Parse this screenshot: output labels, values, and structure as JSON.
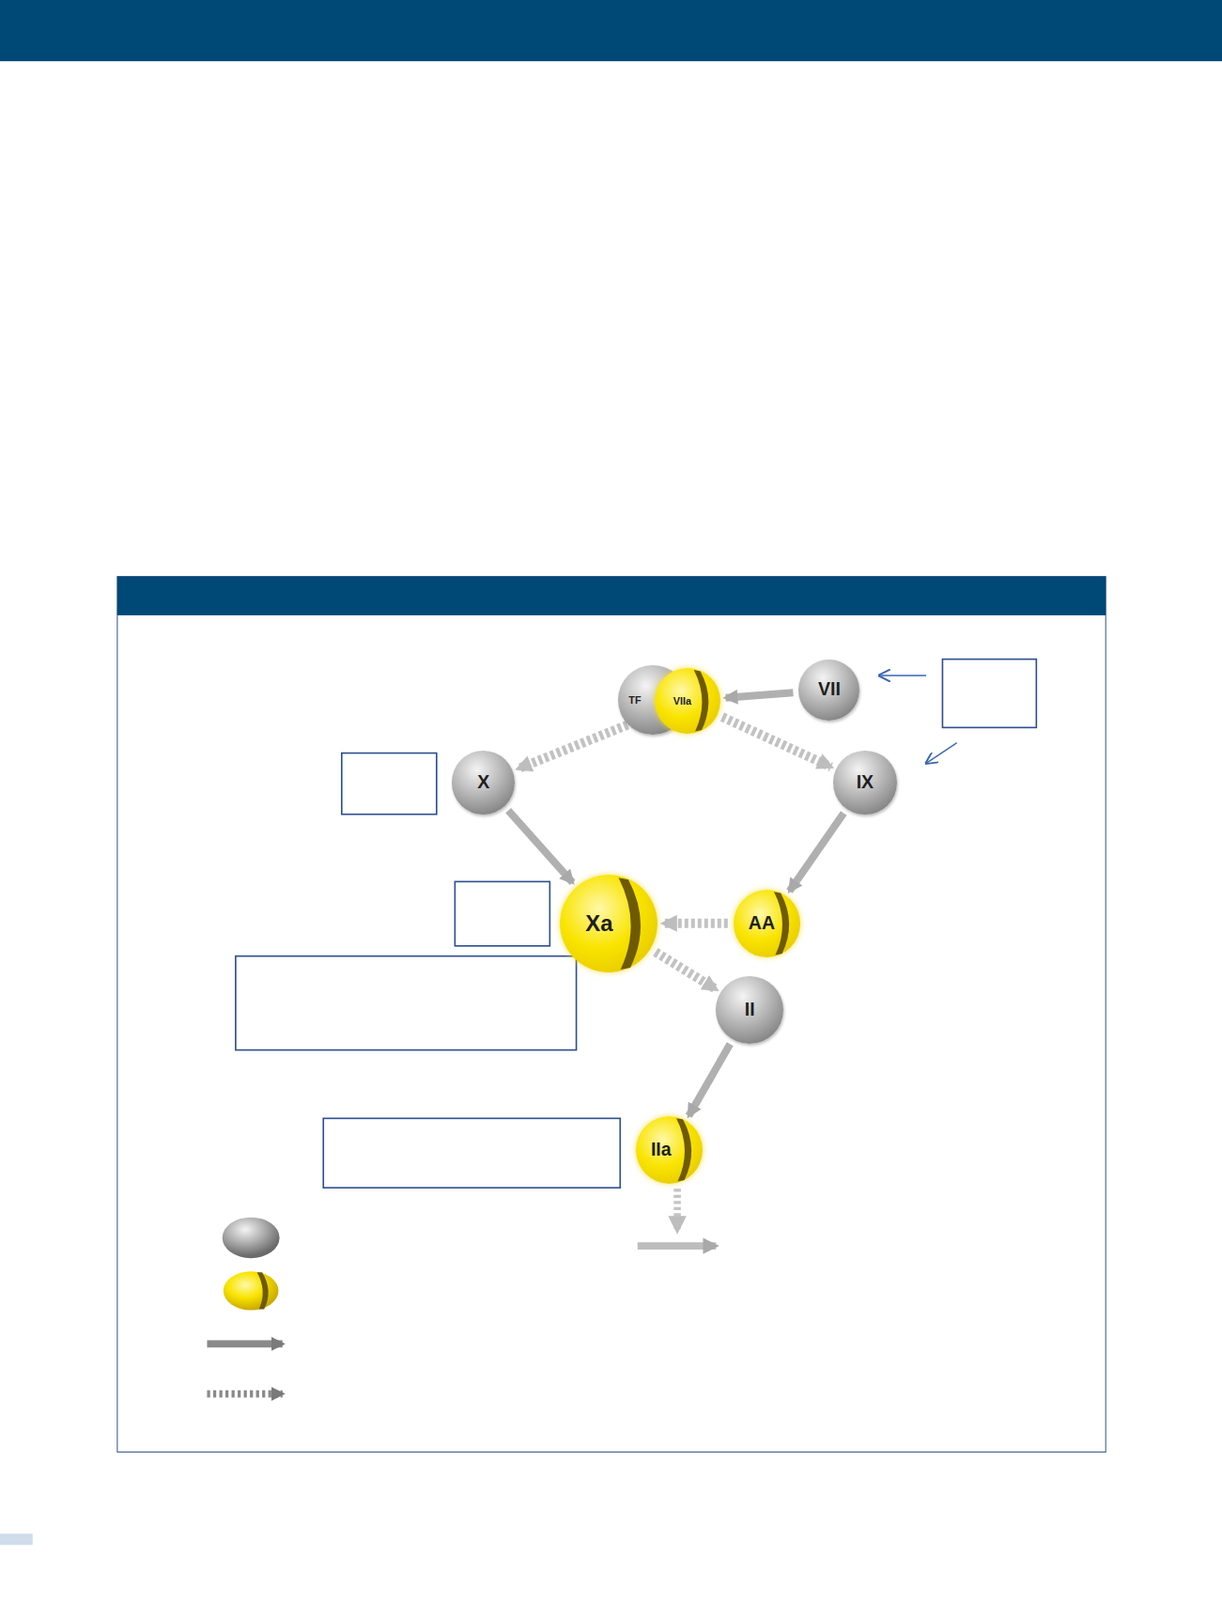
{
  "diagram": {
    "nodes": [
      {
        "text": [
          "TF"
        ]
      },
      {
        "text": [
          "VIIa"
        ]
      },
      {
        "text": [
          "VII"
        ]
      },
      {
        "text": [
          "X"
        ]
      },
      {
        "text": [
          "IX"
        ]
      },
      {
        "text": [
          "Xa"
        ]
      },
      {
        "text": [
          "AA"
        ]
      },
      {
        "text": [
          "II"
        ]
      },
      {
        "text": [
          "IIa"
        ]
      }
    ],
    "edges": [
      {
        "from": 2,
        "to": 1,
        "arrow": "to"
      },
      {
        "from": 1,
        "to": 3,
        "arrow": "to"
      },
      {
        "from": 1,
        "to": 4,
        "arrow": "to"
      },
      {
        "from": 3,
        "to": 5,
        "arrow": "to"
      },
      {
        "from": 4,
        "to": 6,
        "arrow": "to"
      },
      {
        "from": 6,
        "to": 5,
        "arrow": "to"
      },
      {
        "from": 5,
        "to": 7,
        "arrow": "to"
      },
      {
        "from": 7,
        "to": 8,
        "arrow": "to"
      }
    ]
  }
}
